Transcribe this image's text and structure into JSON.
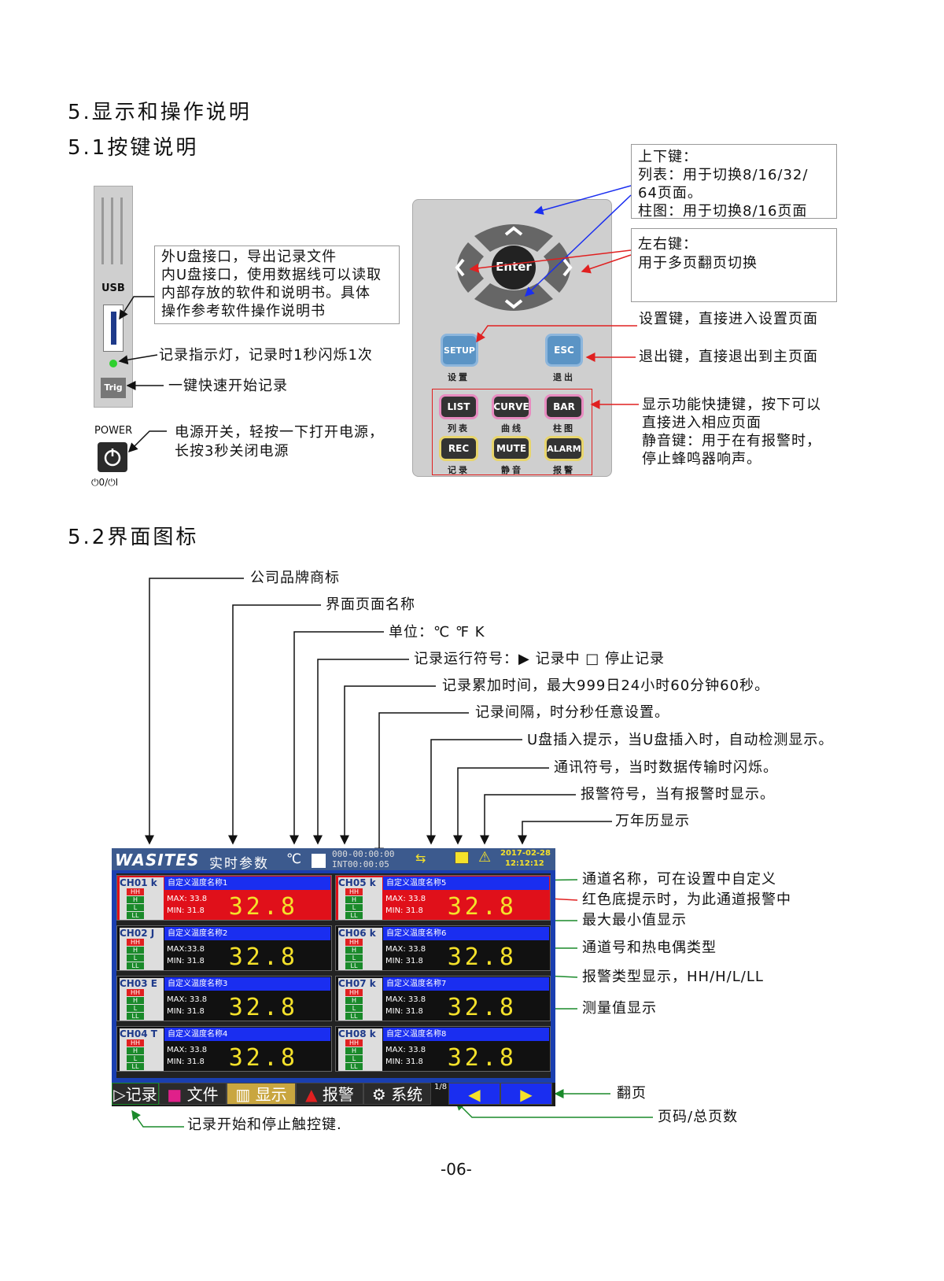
{
  "section": {
    "title": "5.显示和操作说明",
    "sub1": "5.1按键说明",
    "sub2": "5.2界面图标"
  },
  "left_panel": {
    "usb_label": "USB",
    "trig_label": "Trig",
    "power_label": "POWER",
    "power_mark": "⏻0/⏻I",
    "usb_note": [
      "外U盘接口，导出记录文件",
      "内U盘接口，使用数据线可以读取",
      "内部存放的软件和说明书。具体",
      "操作参考软件操作说明书"
    ],
    "led_note": "记录指示灯，记录时1秒闪烁1次",
    "trig_note": "一键快速开始记录",
    "power_note": [
      "电源开关，轻按一下打开电源，",
      "长按3秒关闭电源"
    ]
  },
  "keypad": {
    "enter": "Enter",
    "setup": "SETUP",
    "setup_cn": "设置",
    "esc": "ESC",
    "esc_cn": "退出",
    "keys": [
      {
        "en": "LIST",
        "cn": "列表"
      },
      {
        "en": "CURVE",
        "cn": "曲线"
      },
      {
        "en": "BAR",
        "cn": "柱图"
      },
      {
        "en": "REC",
        "cn": "记录"
      },
      {
        "en": "MUTE",
        "cn": "静音"
      },
      {
        "en": "ALARM",
        "cn": "报警"
      }
    ],
    "updown_note": [
      "上下键：",
      "列表：用于切换8/16/32/",
      "64页面。",
      "柱图：用于切换8/16页面"
    ],
    "leftright_note": [
      "左右键：",
      "用于多页翻页切换"
    ],
    "setup_note": "设置键，直接进入设置页面",
    "esc_note": "退出键，直接退出到主页面",
    "func_note": [
      "显示功能快捷键，按下可以",
      "直接进入相应页面",
      "静音键：用于在有报警时，",
      "停止蜂鸣器响声。"
    ]
  },
  "callouts_top": [
    "公司品牌商标",
    "界面页面名称",
    "单位：℃ ℉ K",
    "记录运行符号：▶ 记录中 □ 停止记录",
    "记录累加时间，最大999日24小时60分钟60秒。",
    "记录间隔，时分秒任意设置。",
    "U盘插入提示，当U盘插入时，自动检测显示。",
    "通讯符号，当时数据传输时闪烁。",
    "报警符号，当有报警时显示。",
    "万年历显示"
  ],
  "callouts_right": [
    "通道名称，可在设置中自定义",
    "红色底提示时，为此通道报警中",
    "最大最小值显示",
    "通道号和热电偶类型",
    "报警类型显示，HH/H/L/LL",
    "测量值显示"
  ],
  "callouts_bottom": {
    "page_flip": "翻页",
    "page_num": "页码/总页数",
    "rec_touch": "记录开始和停止触控键."
  },
  "screen": {
    "brand": "WASITES",
    "page_name": "实时参数",
    "unit": "℃",
    "time_total": "000-00:00:00",
    "interval": "INT00:00:05",
    "date": "2017-02-28",
    "clock": "12:12:12",
    "channels": [
      {
        "id": "CH01",
        "type": "k",
        "name": "自定义温度名称1",
        "max": "MAX: 33.8",
        "min": "MIN: 31.8",
        "value": "32.8",
        "alarm": true
      },
      {
        "id": "CH05",
        "type": "k",
        "name": "自定义温度名称5",
        "max": "MAX: 33.8",
        "min": "MIN: 31.8",
        "value": "32.8",
        "alarm": true
      },
      {
        "id": "CH02",
        "type": "J",
        "name": "自定义温度名称2",
        "max": "MAX:33.8",
        "min": "MIN: 31.8",
        "value": "32.8",
        "alarm": false
      },
      {
        "id": "CH06",
        "type": "k",
        "name": "自定义温度名称6",
        "max": "MAX: 33.8",
        "min": "MIN: 31.8",
        "value": "32.8",
        "alarm": false
      },
      {
        "id": "CH03",
        "type": "E",
        "name": "自定义温度名称3",
        "max": "MAX: 33.8",
        "min": "MIN: 31.8",
        "value": "32.8",
        "alarm": false
      },
      {
        "id": "CH07",
        "type": "k",
        "name": "自定义温度名称7",
        "max": "MAX: 33.8",
        "min": "MIN: 31.8",
        "value": "32.8",
        "alarm": false
      },
      {
        "id": "CH04",
        "type": "T",
        "name": "自定义温度名称4",
        "max": "MAX: 33.8",
        "min": "MIN: 31.8",
        "value": "32.8",
        "alarm": false
      },
      {
        "id": "CH08",
        "type": "k",
        "name": "自定义温度名称8",
        "max": "MAX: 33.8",
        "min": "MIN: 31.8",
        "value": "32.8",
        "alarm": false
      }
    ],
    "levels": [
      "HH",
      "H",
      "L",
      "LL"
    ],
    "buttons": [
      "▷记录",
      "文件",
      "显示",
      "报警",
      "系统"
    ],
    "page": "1/8"
  },
  "page_number": "-06-"
}
